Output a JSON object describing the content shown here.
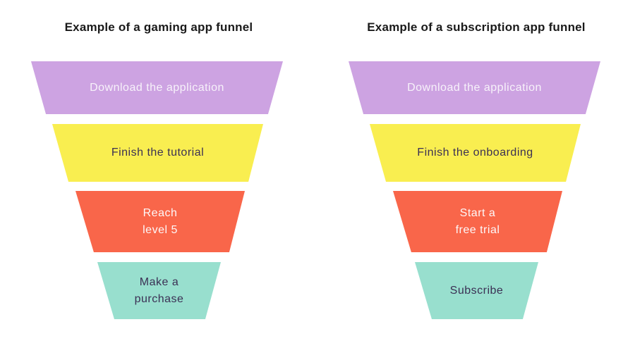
{
  "page": {
    "background": "#ffffff",
    "title_color": "#1a1a1a"
  },
  "funnels": [
    {
      "title": "Example of a gaming app funnel",
      "levels": [
        {
          "label": "Download the application",
          "color": "#cda3e2",
          "text_color": "#f7f2fa"
        },
        {
          "label": "Finish the tutorial",
          "color": "#f9ee50",
          "text_color": "#3b3054"
        },
        {
          "label": "Reach\nlevel 5",
          "color": "#f9664a",
          "text_color": "#fdf8f9"
        },
        {
          "label": "Make a\npurchase",
          "color": "#98dfce",
          "text_color": "#3b3054"
        }
      ]
    },
    {
      "title": "Example of a subscription app funnel",
      "levels": [
        {
          "label": "Download the application",
          "color": "#cda3e2",
          "text_color": "#f7f2fa"
        },
        {
          "label": "Finish the onboarding",
          "color": "#f9ee50",
          "text_color": "#3b3054"
        },
        {
          "label": "Start a\nfree trial",
          "color": "#f9664a",
          "text_color": "#fdf8f9"
        },
        {
          "label": "Subscribe",
          "color": "#98dfce",
          "text_color": "#3b3054"
        }
      ]
    }
  ]
}
